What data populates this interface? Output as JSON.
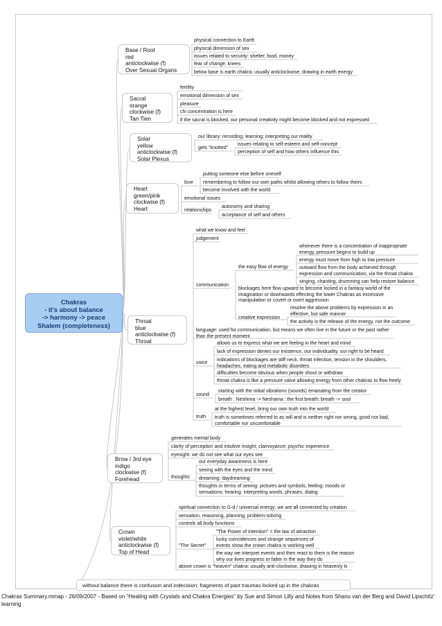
{
  "central": {
    "title": "Chakras",
    "line2": "- it's about balance",
    "line3": "-> harmony -> peace",
    "line4": "Shalem (completeness)"
  },
  "chakras": {
    "base": {
      "lines": [
        "Base / Root",
        "red",
        "anticlockwise  (f)",
        "Over Sexual Organs"
      ],
      "notes": [
        "physical connection to Earth",
        "physical dimension of sex",
        "issues related to security: shelter, food, money",
        "fear of change: knees",
        "below base is earth chakra: usually anticlockwise, drawing in earth energy"
      ]
    },
    "sacral": {
      "lines": [
        "Sacral",
        "orange",
        "clockwise  (f)",
        "Tan Tien"
      ],
      "notes": [
        "fertility",
        "emotional dimension of sex",
        "pleasure",
        "chi concentration is here",
        "if the sacral is blocked, our personal creativity might become blocked and not expressed"
      ]
    },
    "solar": {
      "lines": [
        "Solar",
        "yellow",
        "anticlockwise  (f)",
        "Solar Plexus"
      ],
      "notes": [
        "our library: recording; learning; interpreting our reality"
      ],
      "knot": "gets \"knotted\"",
      "knot_items": [
        "issues relating to self-esteem and self-concept",
        "perception of self and how others influence this"
      ]
    },
    "heart": {
      "lines": [
        "Heart",
        "green/pink",
        "clockwise  (f)",
        "Heart"
      ],
      "love": "love",
      "love_items": [
        "putting someone else before oneself",
        "remembering to follow our own paths whilst allowing others to follow theirs",
        "become involved with the world"
      ],
      "emotional": "emotional issues",
      "relationships": "relationships",
      "relationship_items": [
        "autonomy and sharing",
        "acceptance of self and others"
      ]
    },
    "throat": {
      "lines": [
        "Throat",
        "blue",
        "anticlockwise  (f)",
        "Throat"
      ],
      "what_we_know": "what we know and feel",
      "judgement": "judgement",
      "communication": "communication",
      "easy_flow": "the easy flow of energy",
      "easy_flow_items": [
        "whenever there is a concentration of inappropriate energy, pressure begins to build up",
        "energy must move from high to low pressure",
        "outward flow from the body achieved through expression and communication, via the throat chakra",
        "singing, chanting, drumming can help restore balance"
      ],
      "blockages": "blockages here flow upward to become locked in a fantasy world of the imagination or downwards effecting the lower Chakras as excessive manipulation or covert or overt aggression",
      "creative": "creative expression",
      "creative_items": [
        "resolve the above problems by expression in an effective, but safe manner",
        "the activity is the release of the energy, not the outcome"
      ],
      "language": "language: used for communication, but means we often live in the future or the past rather than the present moment",
      "voice": "voice",
      "voice_items": [
        "allows us to express what we are feeling in the heart and mind",
        "lack of expression denies our existence, our individuality, our right to be heard",
        "indications of blockages are stiff neck, throat infection, tension in the shoulders, headaches, eating and metabolic disorders",
        "difficulties become obvious when people shout or withdraw",
        "throat chakra is like a pressure valve allowing energy from other chakras to flow freely"
      ],
      "sound": "sound",
      "sound_items": [
        "starting with the initial vibrations (sounds) emanating from the creator",
        "breath : Neshima -> Neshama : the first breath; breath -> soul"
      ],
      "truth": "truth",
      "truth_items": [
        "at the highest level, bring our own truth into the world",
        "truth is sometimes referred to as will and is neither right nor wrong, good nor bad, comfortable nor uncomfortable"
      ]
    },
    "brow": {
      "lines": [
        "Brow / 3rd eye",
        "indigo",
        "clockwise  (f)",
        "Forehead"
      ],
      "notes": [
        "generates mental body",
        "clarity of perception and intuitive insight; clairvoyance; psychic experience",
        "eyesight: we do not see what our eyes see"
      ],
      "thoughts": "thoughts",
      "thought_items": [
        "our everyday awareness is here",
        "seeing with the eyes and the mind",
        "dreaming; daydreaming",
        "thoughts in terms of seeing: pictures and symbols; feeling: moods or sensations; hearing: interpreting words, phrases, dialog"
      ]
    },
    "crown": {
      "lines": [
        "Crown",
        "violet/white",
        "anticlockwise  (f)",
        "Top of Head"
      ],
      "notes": [
        "spiritual connection to G-d /  universal energy; we are all connected by creation",
        "sensation, reasoning, planning, problem-solving",
        "controls all body functions"
      ],
      "secret": "\"The Secret\"",
      "secret_items": [
        "\"The Power of Intention\" = the law of attraction",
        "lucky coincidences and strange sequences of events show the crown chakra is working well",
        "the way we interpret events and then react to them is the reason why our lives progress or falter in the way they do"
      ],
      "heaven": "above crown is \"heaven\" chakra: usually anti-clockwise, drawing in heavenly ki"
    }
  },
  "summary": "without balance there is confusion and indecision; fragments of past traumas locked up in the chakras",
  "footer": "Chakras Summary.mmap - 26/09/2007 -  Based on \"Healing with Crystals and Chakra Energies\" by Sue and Simon Lilly and Notes from Shanu van der Berg and David Lipschitz' learning",
  "colors": {
    "central_fill": "#a8cdf2",
    "central_text": "#1c3c78",
    "lines": "#b8b8b8"
  }
}
